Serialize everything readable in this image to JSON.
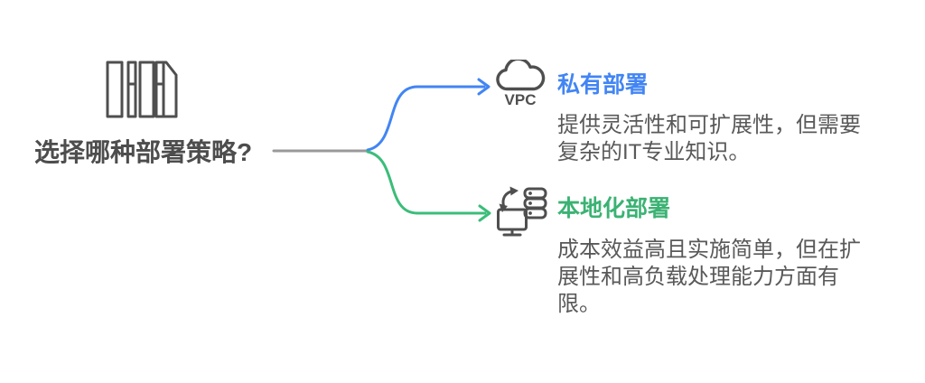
{
  "diagram": {
    "root": {
      "title": "选择哪种部署策略?",
      "icon": "books-shelf-icon"
    },
    "branches": [
      {
        "title": "私有部署",
        "description": "提供灵活性和可扩展性，但需要\n复杂的IT专业知识。",
        "icon": "vpc-cloud-icon",
        "icon_caption": "VPC",
        "accent_color": "#4285f4"
      },
      {
        "title": "本地化部署",
        "description": "成本效益高且实施简单，但在扩\n展性和高负载处理能力方面有\n限。",
        "icon": "local-deployment-icon",
        "accent_color": "#3bb273"
      }
    ],
    "colors": {
      "root_line": "#999999",
      "icon_stroke": "#4f4f4f",
      "root_title_text": "#4d4d4d",
      "description_text": "#595959",
      "private_branch_line": "#4285f4",
      "local_branch_line": "#3bbd79"
    }
  }
}
